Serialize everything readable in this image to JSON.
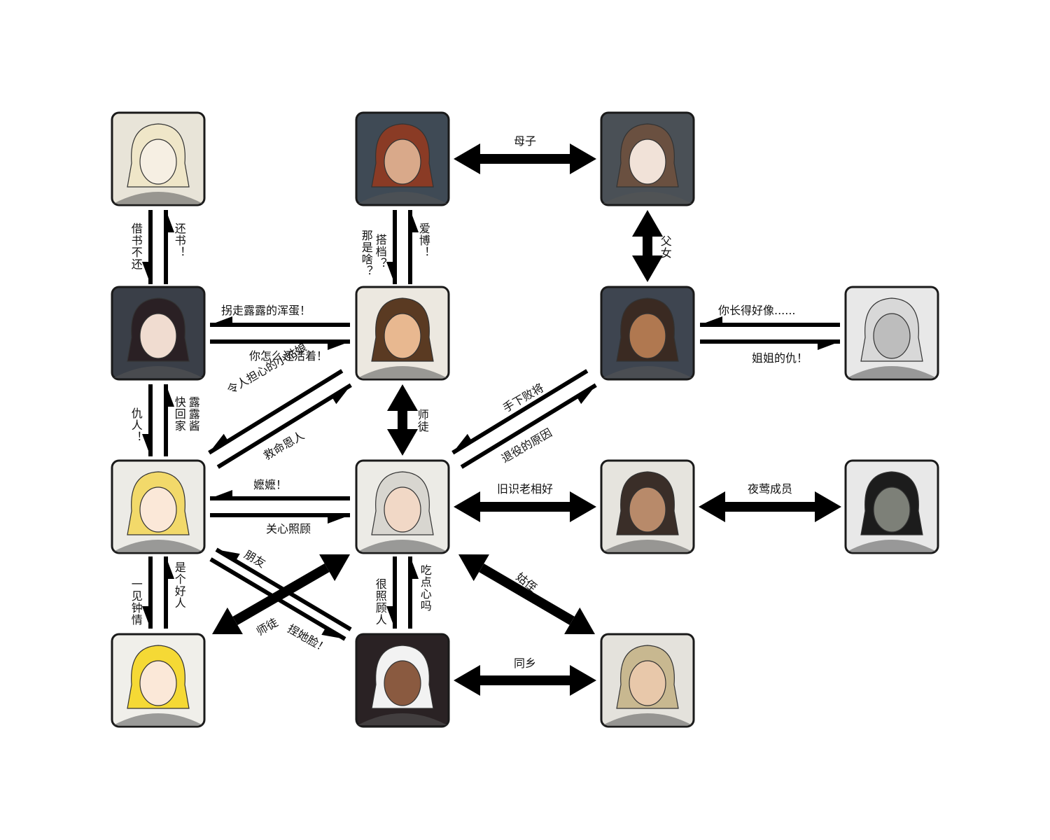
{
  "nodes": [
    {
      "id": "a1",
      "name": "lady-portrait",
      "tone": "#e8e4d8",
      "hair": "#efe6c8",
      "skin": "#f6efe3"
    },
    {
      "id": "b1",
      "name": "eyepatch-man-portrait",
      "tone": "#3f4a55",
      "hair": "#8a3b25",
      "skin": "#d9a98a"
    },
    {
      "id": "c1",
      "name": "maid-woman-portrait",
      "tone": "#4a5056",
      "hair": "#6a5040",
      "skin": "#f1e2d8"
    },
    {
      "id": "a2",
      "name": "curly-hair-woman-portrait",
      "tone": "#3a3f48",
      "hair": "#2a2024",
      "skin": "#f0dcd0"
    },
    {
      "id": "b2",
      "name": "monocle-man-portrait",
      "tone": "#ece8e0",
      "hair": "#5a3a22",
      "skin": "#e8b890"
    },
    {
      "id": "c2",
      "name": "tan-man-portrait",
      "tone": "#3e4550",
      "hair": "#3a2a22",
      "skin": "#b07850"
    },
    {
      "id": "d2",
      "name": "witch-hat-portrait",
      "tone": "#e8e8e8",
      "hair": "#d8d8d8",
      "skin": "#bdbdbd"
    },
    {
      "id": "a3",
      "name": "nun-girl-portrait",
      "tone": "#ecebe6",
      "hair": "#f2d96a",
      "skin": "#fbe8d8"
    },
    {
      "id": "b3",
      "name": "old-nun-portrait",
      "tone": "#ecebe6",
      "hair": "#d8d6d0",
      "skin": "#f1d8c6"
    },
    {
      "id": "c3",
      "name": "pirate-man-portrait",
      "tone": "#e6e4de",
      "hair": "#3a2e28",
      "skin": "#b88a6a"
    },
    {
      "id": "d3",
      "name": "hooded-figure-portrait",
      "tone": "#e8e8e8",
      "hair": "#1c1c1c",
      "skin": "#7d8078"
    },
    {
      "id": "a4",
      "name": "blond-boy-portrait",
      "tone": "#f0efea",
      "hair": "#f5d935",
      "skin": "#fbe8d8"
    },
    {
      "id": "b4",
      "name": "white-hair-child-portrait",
      "tone": "#2a2224",
      "hair": "#f2f2f2",
      "skin": "#8a5a40"
    },
    {
      "id": "c4",
      "name": "ash-blond-man-portrait",
      "tone": "#e4e2dc",
      "hair": "#c8b890",
      "skin": "#e8c8aa"
    }
  ],
  "relations": {
    "b1_c1": "母子",
    "c1_c2": "父女",
    "a1_a2_left": "借书不还",
    "a1_a2_right": "还书！",
    "b1_b2_left": "那是啥？",
    "b1_b2_mid": "搭档？",
    "b1_b2_right": "爱博！",
    "a2_b2_top": "拐走露露的浑蛋！",
    "a2_b2_bottom": "你怎么还活着！",
    "c2_d2_top": "你长得好像......",
    "c2_d2_bottom": "姐姐的仇！",
    "a2_a3_left": "仇人！",
    "a2_a3_mid": "快回家",
    "a2_a3_right": "露露酱",
    "b2_a3_top": "令人担心的小姑娘",
    "b2_a3_bottom": "救命恩人",
    "b2_b3": "师徒",
    "c2_b3_top": "手下败将",
    "c2_b3_bottom": "退役的原因",
    "a3_b3_top": "嬷嬷！",
    "a3_b3_bottom": "关心照顾",
    "b3_c3": "旧识老相好",
    "c3_d3": "夜莺成员",
    "a3_a4_left": "一见钟情",
    "a3_a4_right": "是个好人",
    "a3_b4_top": "朋友",
    "a3_b4_bottom": "捏她脸！",
    "b3_a4": "师徒",
    "b3_b4_left": "很照顾人",
    "b3_b4_right": "吃点心吗",
    "b3_c4": "姑侄",
    "b4_c4": "同乡"
  }
}
